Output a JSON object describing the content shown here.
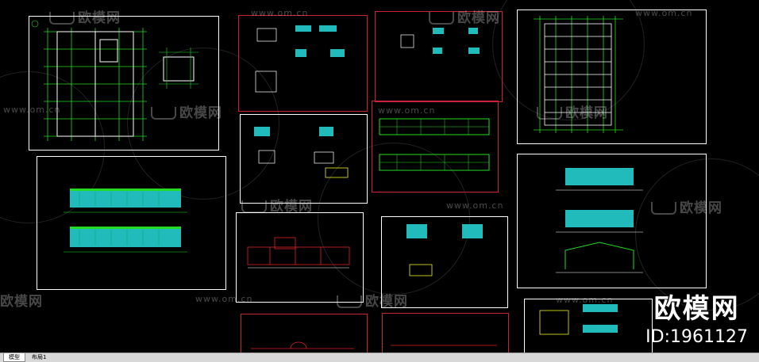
{
  "watermark": {
    "brand": "欧模网",
    "url": "www.om.cn"
  },
  "id_badge": {
    "brand": "欧模网",
    "id": "ID:1961127"
  },
  "tabs": [
    {
      "label": "模型",
      "active": true
    },
    {
      "label": "布局1",
      "active": false
    }
  ],
  "colors": {
    "background": "#000000",
    "frame": "#ffffff",
    "red_frame": "#cc2233",
    "green": "#22dd22",
    "cyan": "#22dddd",
    "yellow": "#eeee22",
    "magenta": "#dd22dd"
  }
}
